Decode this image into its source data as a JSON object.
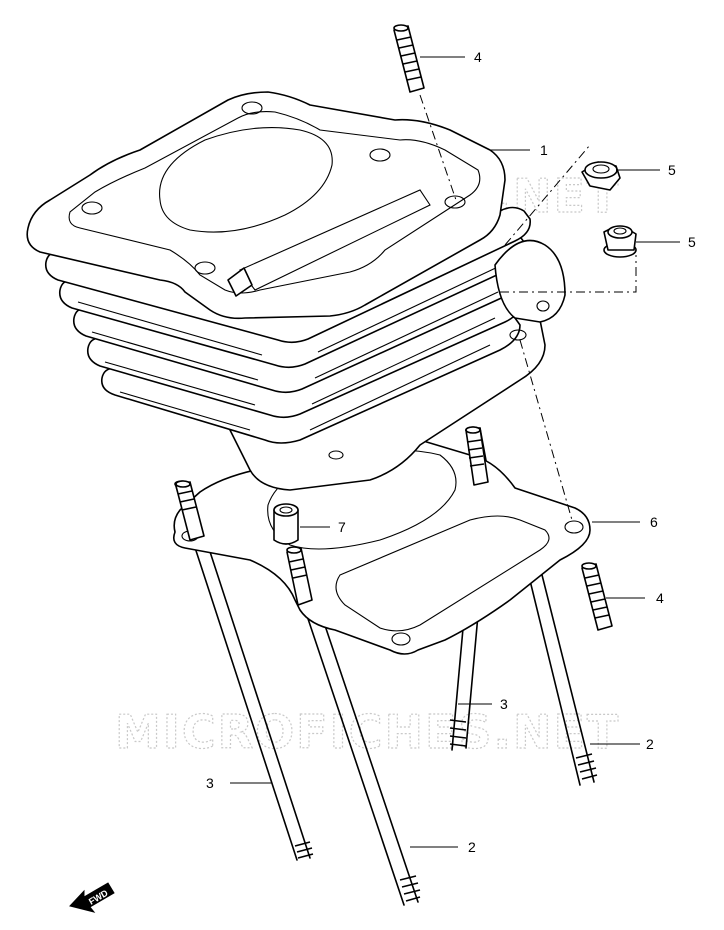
{
  "watermark": {
    "text": "MICROFICHES.NET"
  },
  "fwd": {
    "label": "FWD"
  },
  "callouts": [
    {
      "id": "c4a",
      "label": "4"
    },
    {
      "id": "c1",
      "label": "1"
    },
    {
      "id": "c5a",
      "label": "5"
    },
    {
      "id": "c5b",
      "label": "5"
    },
    {
      "id": "c6",
      "label": "6"
    },
    {
      "id": "c7",
      "label": "7"
    },
    {
      "id": "c4b",
      "label": "4"
    },
    {
      "id": "c3a",
      "label": "3"
    },
    {
      "id": "c2a",
      "label": "2"
    },
    {
      "id": "c3b",
      "label": "3"
    },
    {
      "id": "c2b",
      "label": "2"
    }
  ]
}
